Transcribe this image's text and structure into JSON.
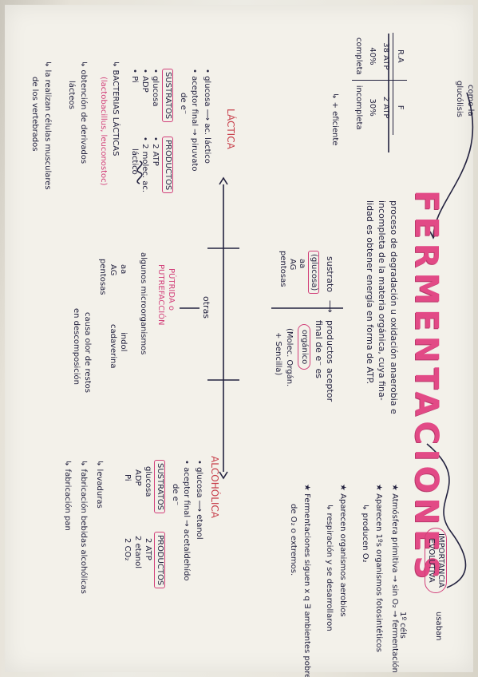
{
  "title": "FERMENTACIONES",
  "definition": [
    "proceso de degradación u oxidación anaerobia e",
    "incompleta de la materia orgánica, cuya fina-",
    "lidad es obtener energía en forma de ATP."
  ],
  "center": {
    "sustrato": "sustrato",
    "arrow": "⟶",
    "productos": "productos",
    "aceptor": "aceptor",
    "final_de_e": "final de e⁻ es",
    "glucosa": "(glucosa)",
    "aa": "aa",
    "ag": "AG",
    "pentosas": "pentosas",
    "bubble1": "orgánico",
    "bubble2": "(Molec. Orgán.",
    "bubble3": "+ Sencilla)"
  },
  "importancia": {
    "label1": "IMPORTANCIA",
    "label2": "EVOLUTIVA",
    "items": [
      "★ Atmósfera primitiva → sin O₂ → fermentación",
      "★ Aparecen 1ºs organismos fotosintéticos",
      "↳ producen O₂",
      "★ Aparecen organismos aerobios",
      "↳ respiración y se desarrollaron",
      "★ Fermentaciones siguen x q ∃ ambientes pobres",
      "de O₂ o extremos."
    ],
    "side1": "usaban",
    "side2": "1º céls"
  },
  "comparison": {
    "headers": [
      "R.A",
      "F"
    ],
    "rows": [
      [
        "38 ATP",
        "2 ATP"
      ],
      [
        "40%",
        "30%"
      ],
      [
        "completa",
        "incompleta"
      ]
    ],
    "footer": "↳ + eficiente",
    "note1": "como la",
    "note2": "glucólisis"
  },
  "lactica": {
    "title": "LÁCTICA",
    "glucosa": "• glucosa ⟶ ac. láctico",
    "aceptor": "• aceptor final → piruvato",
    "de_e": "de e⁻",
    "sustratos_label": "SUSTRATOS",
    "sustratos": [
      "• glucosa",
      "• ADP",
      "• Pi"
    ],
    "productos_label": "PRODUCTOS",
    "productos": [
      "• 2 ATP",
      "• 2 molec. ac.",
      "láctico"
    ],
    "bacterias": "↳ BACTERIAS LÁCTICAS",
    "bacterias_sub": "(lactobacillus, leuconostoc)",
    "obtencion": "↳ obtención de derivados",
    "lacteos": "lácteos",
    "musculo": "↳ la realizan células musculares",
    "vertebrados": "de los vertebrados"
  },
  "otras": {
    "title": "otras",
    "putrida": "PÚTRIDA o",
    "putrefaccion": "PUTREFACCIÓN",
    "algunos": "algunos microorganismos",
    "aa": "aa",
    "ag": "AG",
    "pentosas": "pentosas",
    "indol": "indol",
    "cadaverina": "cadaverina",
    "causa": "causa olor de restos",
    "descomp": "en descomposición"
  },
  "alcoholica": {
    "title": "ALCOHÓLICA",
    "glucosa": "• glucosa ⟶ etanol",
    "aceptor": "• aceptor final → acetaldehído",
    "de_e": "de e⁻",
    "sustratos_label": "SUSTRATOS",
    "sustratos": [
      "glucosa",
      "ADP",
      "Pi"
    ],
    "productos_label": "PRODUCTOS",
    "productos": [
      "2 ATP",
      "2 etanol",
      "2 CO₂"
    ],
    "levaduras": "↳ levaduras",
    "bebidas": "↳ fabricación bebidas alcohólicas",
    "pan": "↳ fabricación pan"
  }
}
